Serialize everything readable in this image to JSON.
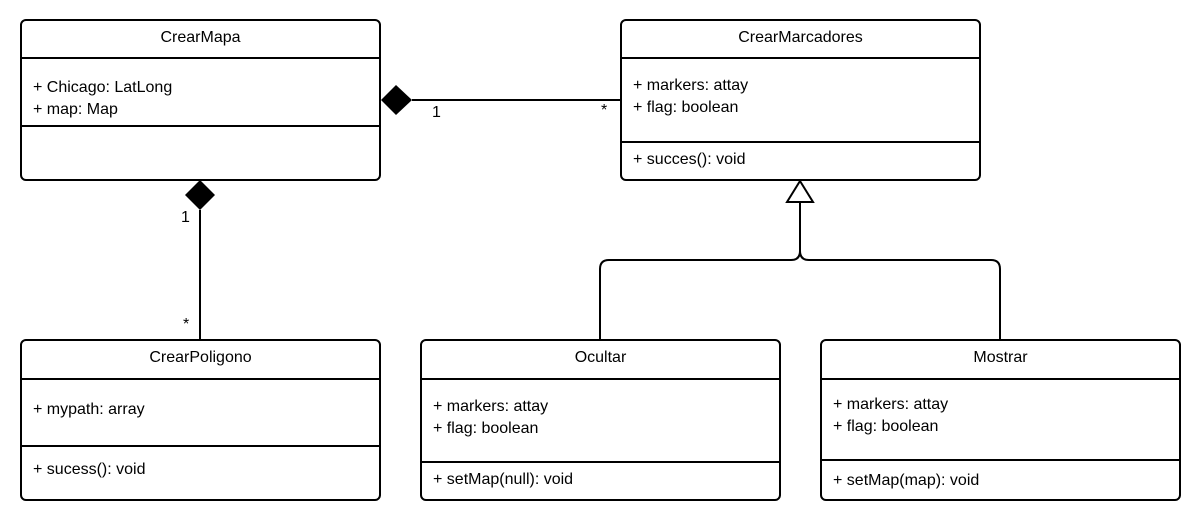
{
  "classes": {
    "crear_mapa": {
      "name": "CrearMapa",
      "attributes": [
        "+ Chicago: LatLong",
        "+ map: Map"
      ],
      "operations": []
    },
    "crear_marcadores": {
      "name": "CrearMarcadores",
      "attributes": [
        "+ markers: attay",
        "+ flag: boolean"
      ],
      "operations": [
        "+ succes(): void"
      ]
    },
    "crear_poligono": {
      "name": "CrearPoligono",
      "attributes": [
        "+ mypath: array"
      ],
      "operations": [
        "+ sucess(): void"
      ]
    },
    "ocultar": {
      "name": "Ocultar",
      "attributes": [
        "+ markers: attay",
        "+ flag: boolean"
      ],
      "operations": [
        "+ setMap(null): void"
      ]
    },
    "mostrar": {
      "name": "Mostrar",
      "attributes": [
        "+ markers: attay",
        "+ flag: boolean"
      ],
      "operations": [
        "+ setMap(map): void"
      ]
    }
  },
  "relationships": {
    "mapa_marcadores": {
      "type": "composition",
      "whole": "CrearMapa",
      "part": "CrearMarcadores",
      "whole_multiplicity": "1",
      "part_multiplicity": "*"
    },
    "mapa_poligono": {
      "type": "composition",
      "whole": "CrearMapa",
      "part": "CrearPoligono",
      "whole_multiplicity": "1",
      "part_multiplicity": "*"
    },
    "generalization": {
      "type": "generalization",
      "parent": "CrearMarcadores",
      "children": [
        "Ocultar",
        "Mostrar"
      ]
    }
  }
}
